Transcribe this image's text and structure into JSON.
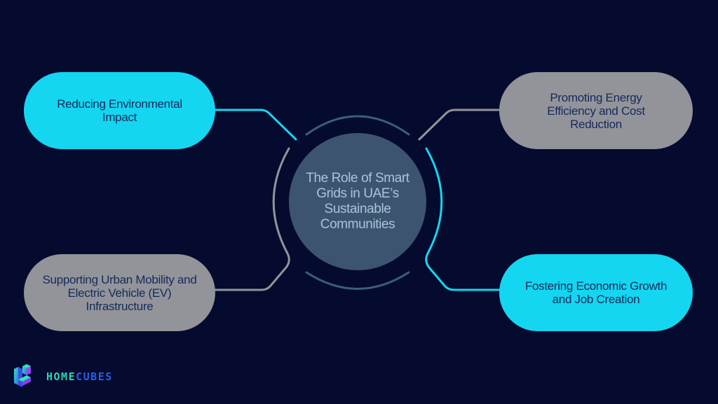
{
  "diagram": {
    "center": {
      "title": "The Role of Smart Grids in UAE’s Sustainable Communities"
    },
    "nodes": [
      {
        "id": "top-left",
        "label": "Reducing Environmental Impact",
        "color": "#14d6f0"
      },
      {
        "id": "top-right",
        "label": "Promoting Energy Efficiency and Cost Reduction",
        "color": "#929499"
      },
      {
        "id": "bottom-left",
        "label": "Supporting Urban Mobility and Electric Vehicle (EV) Infrastructure",
        "color": "#929499"
      },
      {
        "id": "bottom-right",
        "label": "Fostering Economic Growth and Job Creation",
        "color": "#14d6f0"
      }
    ],
    "colors": {
      "background": "#040b2e",
      "accent_cyan": "#14d6f0",
      "accent_gray": "#929499",
      "center_fill": "#3c5470",
      "center_text": "#a9c4d8",
      "node_text": "#152a5c"
    }
  },
  "branding": {
    "logo_icon": "homecubes-cube-icon",
    "name_part1": "HOME",
    "name_part2": "CUBES"
  }
}
